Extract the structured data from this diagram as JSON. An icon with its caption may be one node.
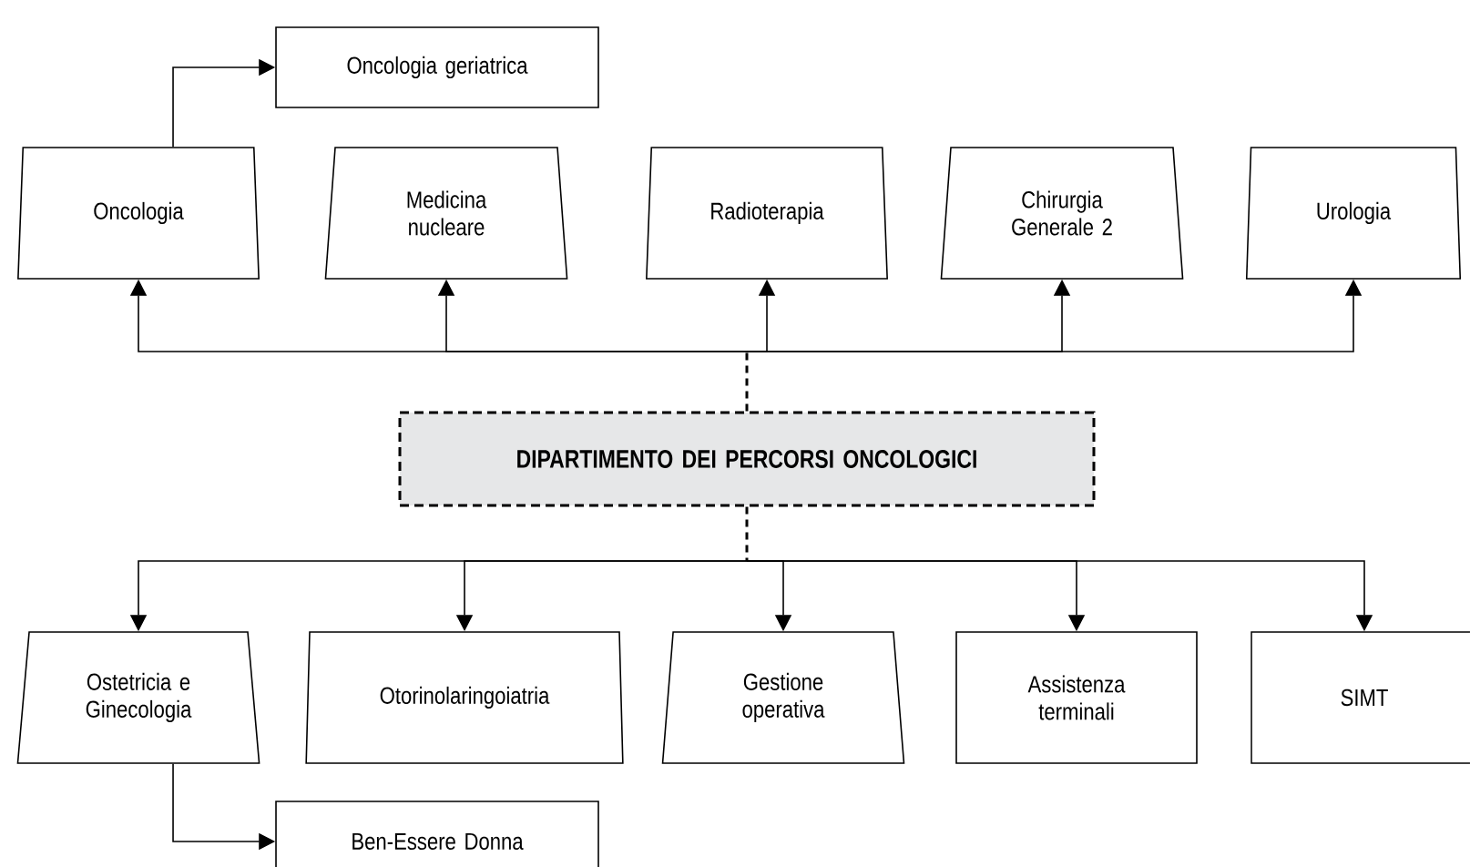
{
  "diagram": {
    "nodes": [
      {
        "text": [
          "Oncologia geriatrica"
        ]
      },
      {
        "text": [
          "Oncologia"
        ]
      },
      {
        "text": [
          "Medicina nucleare"
        ]
      },
      {
        "text": [
          "Radioterapia"
        ]
      },
      {
        "text": [
          "Chirurgia Generale 2"
        ]
      },
      {
        "text": [
          "Urologia"
        ]
      },
      {
        "text": [
          "DIPARTIMENTO DEI PERCORSI ONCOLOGICI"
        ]
      },
      {
        "text": [
          "Ostetricia e Ginecologia"
        ]
      },
      {
        "text": [
          "Otorinolaringoiatria"
        ]
      },
      {
        "text": [
          "Gestione operativa"
        ]
      },
      {
        "text": [
          "Assistenza terminali"
        ]
      },
      {
        "text": [
          "SIMT"
        ]
      },
      {
        "text": [
          "Ben-Essere Donna"
        ]
      }
    ],
    "edges": [
      {
        "from": 6,
        "to": 1,
        "arrow": "to"
      },
      {
        "from": 6,
        "to": 2,
        "arrow": "to"
      },
      {
        "from": 6,
        "to": 3,
        "arrow": "to"
      },
      {
        "from": 6,
        "to": 4,
        "arrow": "to"
      },
      {
        "from": 6,
        "to": 5,
        "arrow": "to"
      },
      {
        "from": 6,
        "to": 7,
        "arrow": "to"
      },
      {
        "from": 6,
        "to": 8,
        "arrow": "to"
      },
      {
        "from": 6,
        "to": 9,
        "arrow": "to"
      },
      {
        "from": 6,
        "to": 10,
        "arrow": "to"
      },
      {
        "from": 6,
        "to": 11,
        "arrow": "to"
      },
      {
        "from": 1,
        "to": 0,
        "arrow": "to"
      },
      {
        "from": 7,
        "to": 12,
        "arrow": "to"
      }
    ]
  }
}
